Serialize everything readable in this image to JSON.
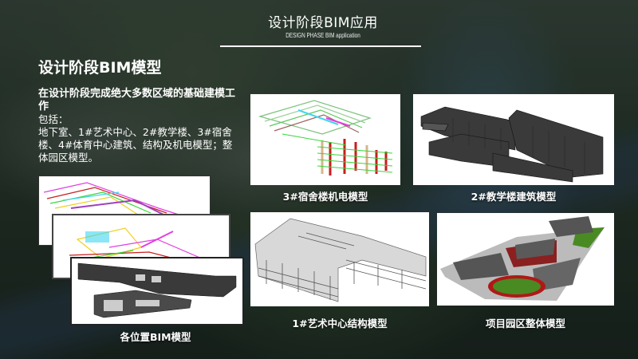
{
  "header": {
    "title": "设计阶段BIM应用",
    "subtitle": "DESIGN PHASE BIM application"
  },
  "section": {
    "title": "设计阶段BIM模型",
    "lead": "在设计阶段完成绝大多数区域的基础建模工作",
    "label": "包括：",
    "body": "地下室、1#艺术中心、2#教学楼、3#宿舍楼、4#体育中心建筑、结构及机电模型；整体园区模型。"
  },
  "panels": [
    {
      "id": "mep",
      "caption": "3#宿舍楼机电模型"
    },
    {
      "id": "arch",
      "caption": "2#教学楼建筑模型"
    },
    {
      "id": "struct",
      "caption": "1#艺术中心结构模型"
    },
    {
      "id": "site",
      "caption": "项目园区整体模型"
    },
    {
      "id": "locations",
      "caption": "各位置BIM模型"
    }
  ],
  "colors": {
    "text": "#ffffff",
    "panel_bg": "#ffffff",
    "mep_green": "#39d639",
    "mep_red": "#c81e1e",
    "arch_gray": "#3a3a3a",
    "site_track": "#b01818",
    "site_grass": "#4a8a22"
  }
}
